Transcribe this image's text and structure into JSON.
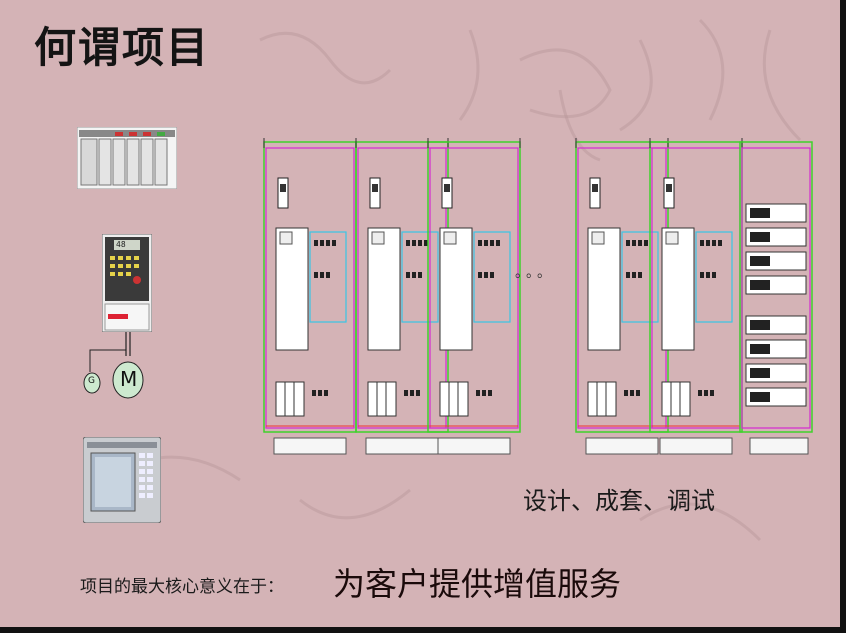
{
  "slide": {
    "title": "何谓项目",
    "caption": "设计、成套、调试",
    "bottom_lead": "项目的最大核心意义在于：",
    "bottom_main": "为客户提供增值服务"
  },
  "motor": {
    "m_label": "M",
    "g_label": "G"
  },
  "drive": {
    "display": "48"
  },
  "ellipsis": "。。。"
}
